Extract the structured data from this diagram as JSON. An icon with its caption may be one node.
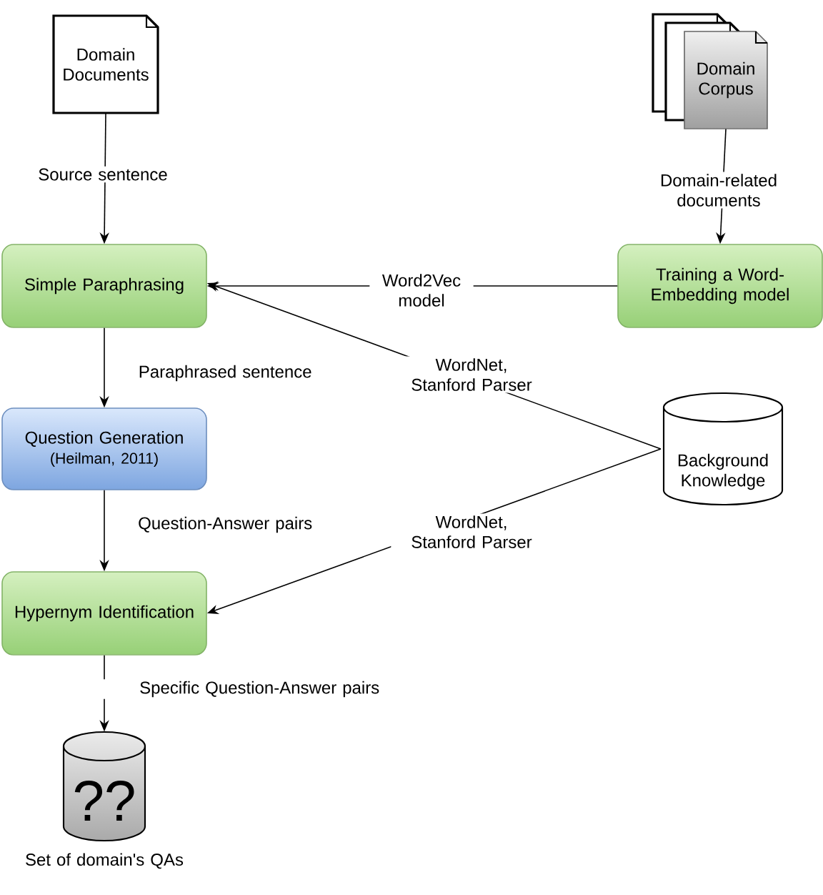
{
  "diagram": {
    "nodes": [
      {
        "text": [
          "Domain Documents"
        ]
      },
      {
        "text": [
          "Domain Corpus"
        ]
      },
      {
        "text": [
          "Simple Paraphrasing"
        ]
      },
      {
        "text": [
          "Training a Word-Embedding model"
        ]
      },
      {
        "text": [
          "Question Generation",
          "(Heilman, 2011)"
        ]
      },
      {
        "text": [
          "Background Knowledge"
        ]
      },
      {
        "text": [
          "Hypernym Identification"
        ]
      },
      {
        "text": [
          "??"
        ],
        "beside": [
          "Set of domain's QAs"
        ]
      }
    ],
    "edges": [
      {
        "from": 0,
        "to": 2,
        "arrow": "to",
        "label": "Source sentence"
      },
      {
        "from": 1,
        "to": 3,
        "arrow": "to",
        "label": "Domain-related documents"
      },
      {
        "from": 3,
        "to": 2,
        "arrow": "to",
        "label": "Word2Vec model"
      },
      {
        "from": 5,
        "to": 2,
        "arrow": "to",
        "label": "WordNet, Stanford Parser"
      },
      {
        "from": 2,
        "to": 4,
        "arrow": "to",
        "label": "Paraphrased sentence"
      },
      {
        "from": 4,
        "to": 6,
        "arrow": "to",
        "label": "Question-Answer pairs"
      },
      {
        "from": 5,
        "to": 6,
        "arrow": "to",
        "label": "WordNet, Stanford Parser"
      },
      {
        "from": 6,
        "to": 7,
        "arrow": "to",
        "label": "Specific Question-Answer pairs"
      }
    ]
  }
}
